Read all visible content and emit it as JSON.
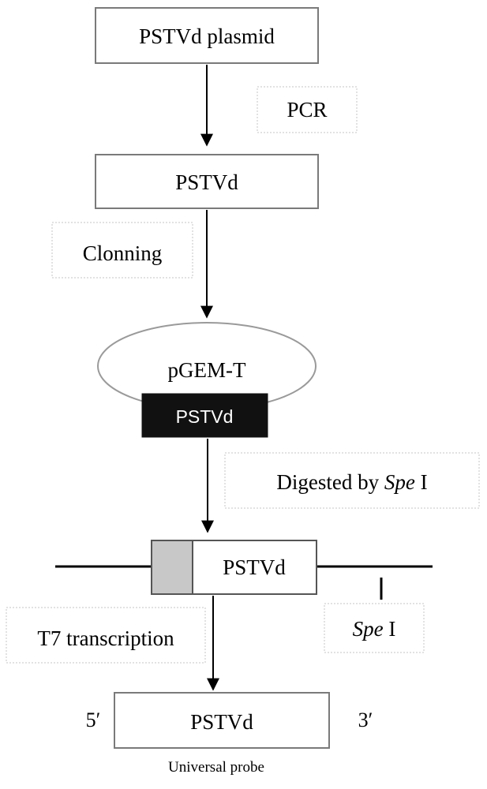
{
  "nodes": {
    "plasmid": "PSTVd plasmid",
    "pcr_product": "PSTVd",
    "vector": "pGEM-T",
    "insert": "PSTVd",
    "linear_insert": "PSTVd",
    "probe": "PSTVd"
  },
  "steps": {
    "pcr": "PCR",
    "cloning": "Clonning",
    "digest_prefix": "Digested by ",
    "digest_enzyme": "Spe",
    "digest_suffix": " I",
    "t7": "T7 transcription"
  },
  "site": {
    "enzyme": "Spe",
    "suffix": " I"
  },
  "probe": {
    "five_prime": "5′",
    "three_prime": "3′",
    "caption": "Universal probe"
  },
  "colors": {
    "insert_fill": "#111111",
    "promoter_fill": "#c8c8c8",
    "dashed_border": "#d8d8d8"
  }
}
